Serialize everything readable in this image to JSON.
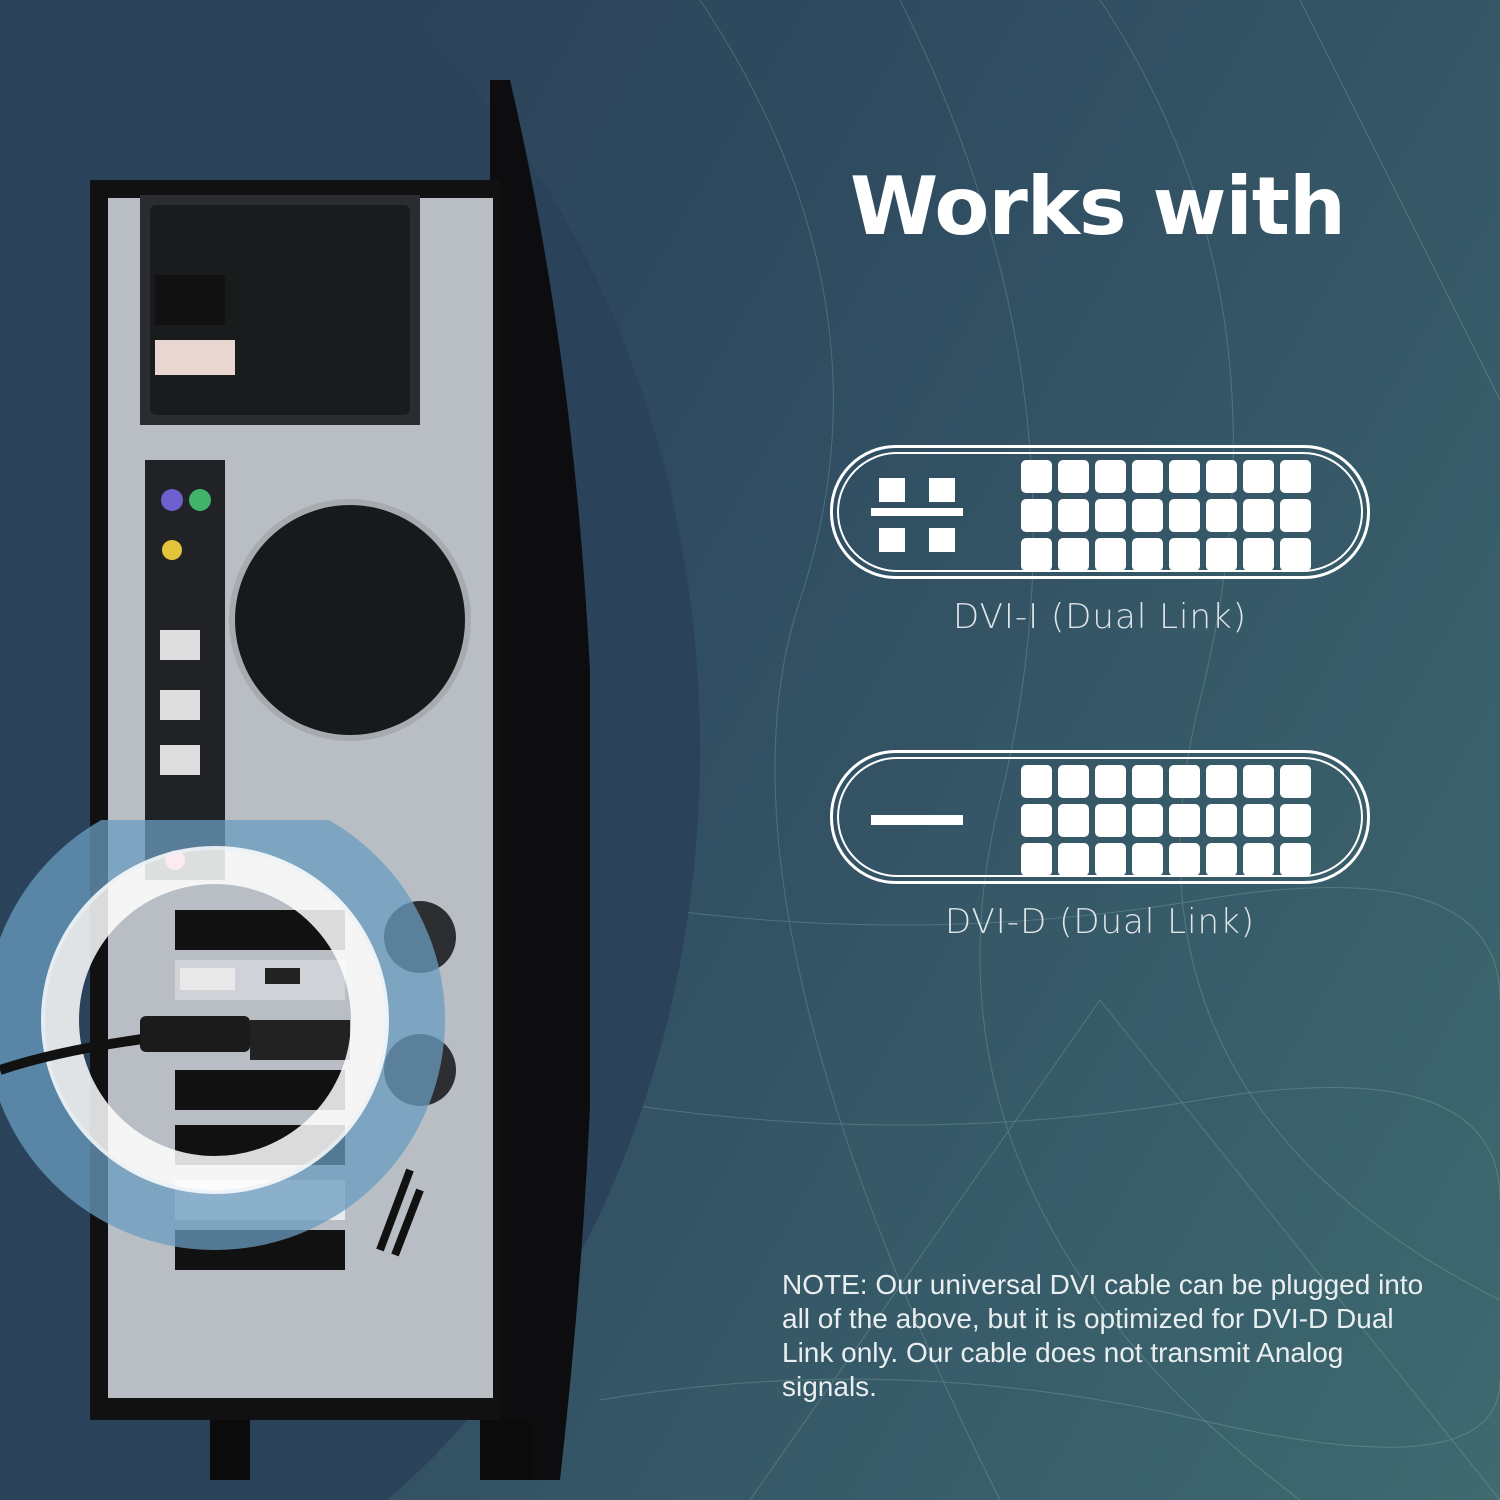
{
  "headline": "Works with",
  "connectors": [
    {
      "id": "dvi-i",
      "label": "DVI-I (Dual Link)",
      "icon": "dvi-i-connector-icon",
      "pins": 24,
      "analog_section": "cross"
    },
    {
      "id": "dvi-d",
      "label": "DVI-D (Dual Link)",
      "icon": "dvi-d-connector-icon",
      "pins": 24,
      "analog_section": "flat-blade"
    }
  ],
  "note": "NOTE: Our universal DVI cable can be plugged into all of the above, but it is optimized for DVI-D Dual Link only. Our cable does not transmit Analog signals.",
  "photo": {
    "subject": "desktop-pc-tower-rear",
    "highlight": "dvi-cable-plugged-into-graphics-card"
  },
  "colors": {
    "background_left": "#2b435a",
    "background_right": "#3e6a70",
    "text": "#ffffff",
    "label_text": "#dfe6ea",
    "highlight_ring": "#ffffff",
    "highlight_outer": "#6a9cc0"
  }
}
